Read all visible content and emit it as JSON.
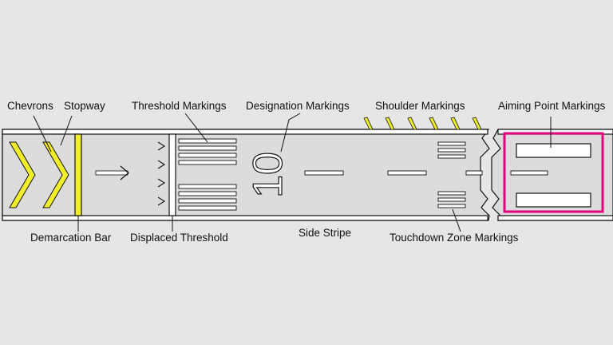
{
  "labels": {
    "chevrons": "Chevrons",
    "stopway": "Stopway",
    "threshold_markings": "Threshold Markings",
    "designation_markings": "Designation Markings",
    "shoulder_markings": "Shoulder Markings",
    "aiming_point_markings": "Aiming Point Markings",
    "demarcation_bar": "Demarcation Bar",
    "displaced_threshold": "Displaced Threshold",
    "side_stripe": "Side Stripe",
    "touchdown_zone_markings": "Touchdown Zone Markings"
  },
  "runway_designation": "10",
  "colors": {
    "background": "#e6e6e6",
    "runway_surface": "#dcdcdc",
    "stopway_marking": "#f2ef2a",
    "aiming_point_highlight": "#e6007e",
    "marking_white": "#ffffff",
    "outline": "#111111"
  }
}
